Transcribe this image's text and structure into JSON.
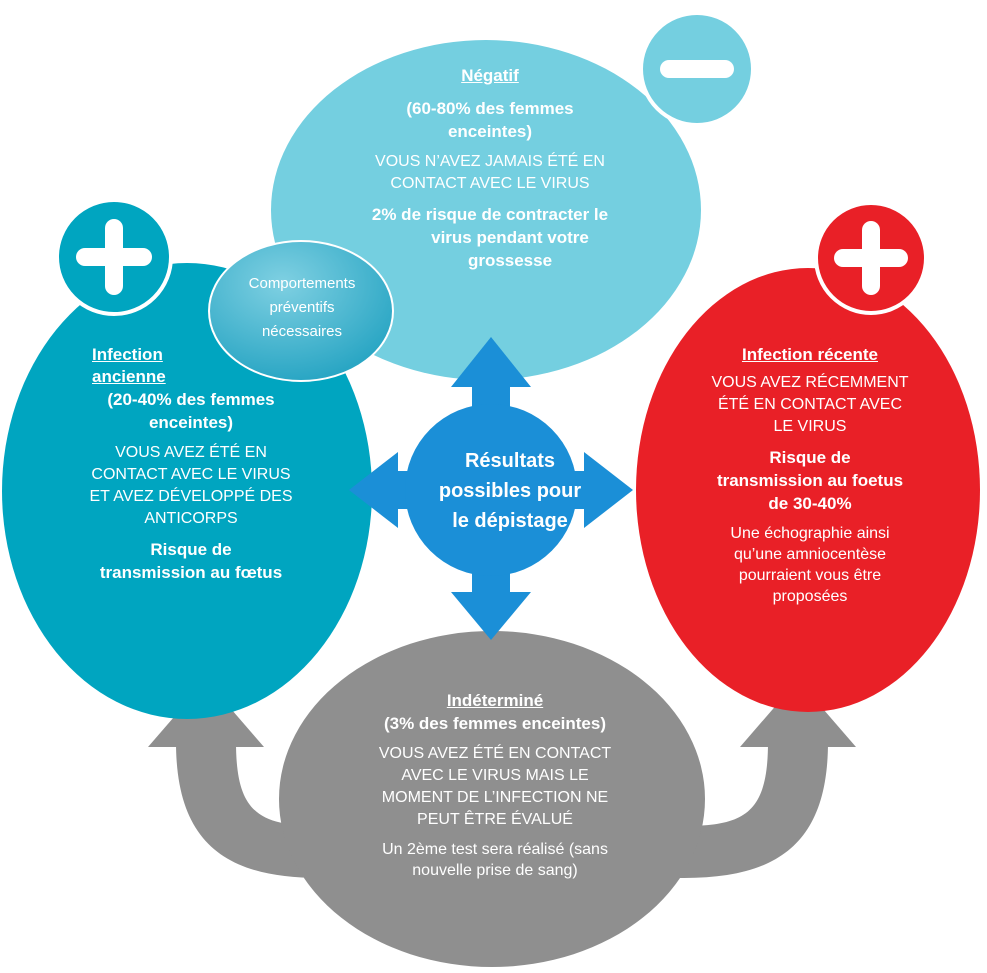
{
  "center": {
    "line1": "Résultats",
    "line2": "possibles pour",
    "line3": "le dépistage"
  },
  "prevention": {
    "line1": "Comportements",
    "line2": "préventifs",
    "line3": "nécessaires"
  },
  "negative": {
    "title": "Négatif",
    "percent_line1": "(60-80% des femmes",
    "percent_line2": "enceintes)",
    "contact_line1": "VOUS N’AVEZ JAMAIS ÉTÉ EN",
    "contact_line2": "CONTACT AVEC LE VIRUS",
    "risk_line1": "2% de risque de contracter le",
    "risk_line2": "virus pendant votre",
    "risk_line3": "grossesse"
  },
  "old_infection": {
    "title_line1": "Infection",
    "title_line2": "ancienne",
    "percent_line1": "(20-40% des femmes",
    "percent_line2": "enceintes)",
    "contact_line1": "VOUS AVEZ ÉTÉ EN",
    "contact_line2": "CONTACT AVEC LE VIRUS",
    "contact_line3": "ET AVEZ DÉVELOPPÉ DES",
    "contact_line4": "ANTICORPS",
    "risk_line1": "Risque de",
    "risk_line2": "transmission au fœtus"
  },
  "recent_infection": {
    "title": "Infection récente",
    "contact_line1": "VOUS AVEZ RÉCEMMENT",
    "contact_line2": "ÉTÉ EN CONTACT AVEC",
    "contact_line3": "LE VIRUS",
    "risk_line1": "Risque de",
    "risk_line2": "transmission au foetus",
    "risk_line3": "de 30-40%",
    "note_line1": "Une échographie ainsi",
    "note_line2": "qu’une amniocentèse",
    "note_line3": "pourraient vous être",
    "note_line4": "proposées"
  },
  "indeterminate": {
    "title": "Indéterminé",
    "percent": "(3% des femmes enceintes)",
    "contact_line1": "VOUS AVEZ ÉTÉ EN CONTACT",
    "contact_line2": "AVEC LE VIRUS MAIS LE",
    "contact_line3": "MOMENT DE L’INFECTION NE",
    "contact_line4": "PEUT ÊTRE ÉVALUÉ",
    "note_line1": "Un 2ème test sera réalisé (sans",
    "note_line2": "nouvelle prise de sang)"
  },
  "colors": {
    "negative": "#74cfe0",
    "old_infection": "#00a5c0",
    "recent_infection": "#e92027",
    "indeterminate": "#8f8f8f",
    "center": "#1b8fd7",
    "prevention": "#4cb8d2"
  },
  "icons": {
    "minus": "minus-icon",
    "plus_teal": "plus-icon",
    "plus_red": "plus-icon"
  }
}
